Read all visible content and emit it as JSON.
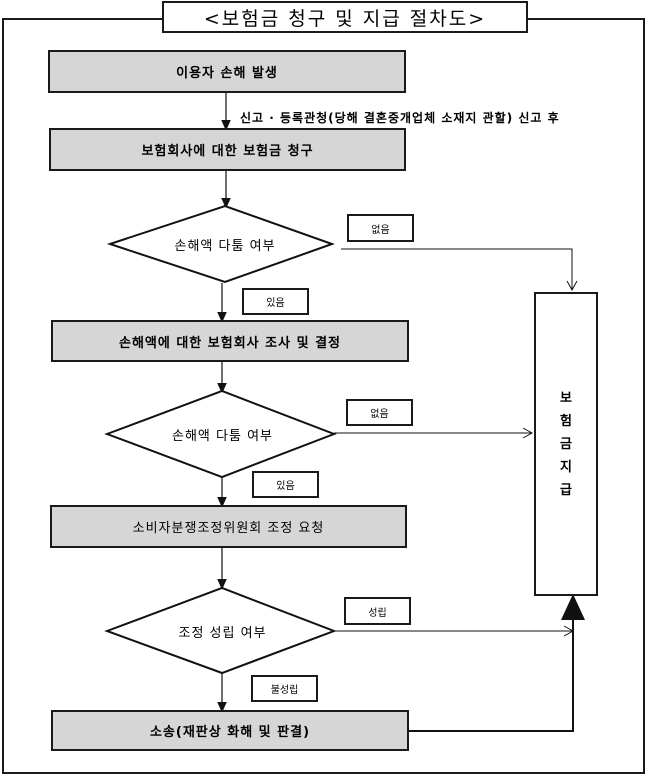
{
  "title": "<보험금 청구 및 지급 절차도>",
  "steps": {
    "damage": "이용자 손해 발생",
    "claim": "보험회사에 대한 보험금 청구",
    "investigation": "손해액에 대한 보험회사 조사 및 결정",
    "mediation_request": "소비자분쟁조정위원회 조정 요청",
    "lawsuit": "소송(재판상 화해 및 판결)"
  },
  "note_after_damage": "신고 · 등록관청(당해 결혼중개업체 소재지 관할) 신고 후",
  "decisions": {
    "dispute1": "손해액 다툼 여부",
    "dispute2": "손해액 다툼 여부",
    "mediation": "조정 성립 여부"
  },
  "branch_labels": {
    "none1": "없음",
    "yes1": "있음",
    "none2": "없음",
    "yes2": "있음",
    "established": "성립",
    "not_established": "불성립"
  },
  "payment": {
    "chars": [
      "보",
      "험",
      "금",
      "지",
      "급"
    ]
  }
}
